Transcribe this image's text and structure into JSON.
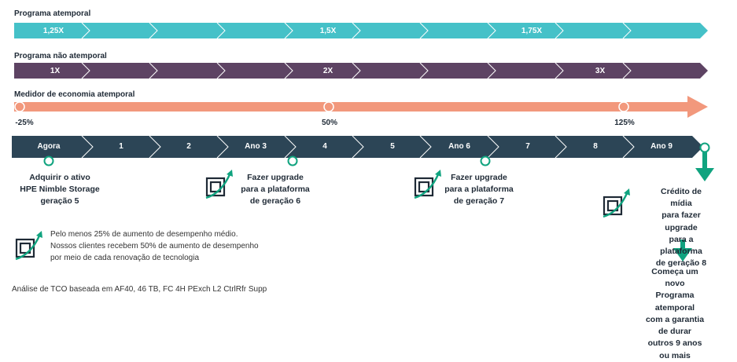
{
  "colors": {
    "timeless": "#45c1c8",
    "non_timeless": "#5d4363",
    "savings": "#f2987c",
    "timeline": "#2c4556",
    "accent_green": "#10a37f",
    "text_dark": "#1f2a36"
  },
  "programs": {
    "timeless": {
      "label": "Programa atemporal",
      "multipliers": [
        "1,25X",
        "1,5X",
        "1,75X"
      ]
    },
    "non_timeless": {
      "label": "Programa não atemporal",
      "multipliers": [
        "1X",
        "2X",
        "3X"
      ]
    },
    "savings_meter": {
      "label": "Medidor de economia atemporal",
      "values": [
        "-25%",
        "50%",
        "125%"
      ]
    }
  },
  "timeline": {
    "years": [
      "Agora",
      "1",
      "2",
      "Ano 3",
      "4",
      "5",
      "Ano 6",
      "7",
      "8",
      "Ano 9"
    ]
  },
  "milestones": {
    "acquire": "Adquirir o ativo\nHPE Nimble Storage\ngeração 5",
    "upgrade6": "Fazer upgrade\npara a plataforma\nde geração 6",
    "upgrade7": "Fazer upgrade\npara a plataforma\nde geração 7",
    "credit": "Crédito de mídia\npara fazer upgrade\npara a plataforma\nde geração 8",
    "restart": "Começa um novo\nPrograma atemporal\ncom a garantia de durar\noutros 9 anos ou mais"
  },
  "performance_note": "Pelo menos 25% de aumento de desempenho médio.\nNossos clientes recebem 50% de aumento de desempenho\npor meio de cada renovação de tecnologia",
  "footnote": "Análise de TCO baseada em AF40, 46 TB, FC 4H PExch L2 CtrlRfr Supp",
  "icons": [
    "upgrade-growth-icon",
    "down-arrow-icon"
  ]
}
